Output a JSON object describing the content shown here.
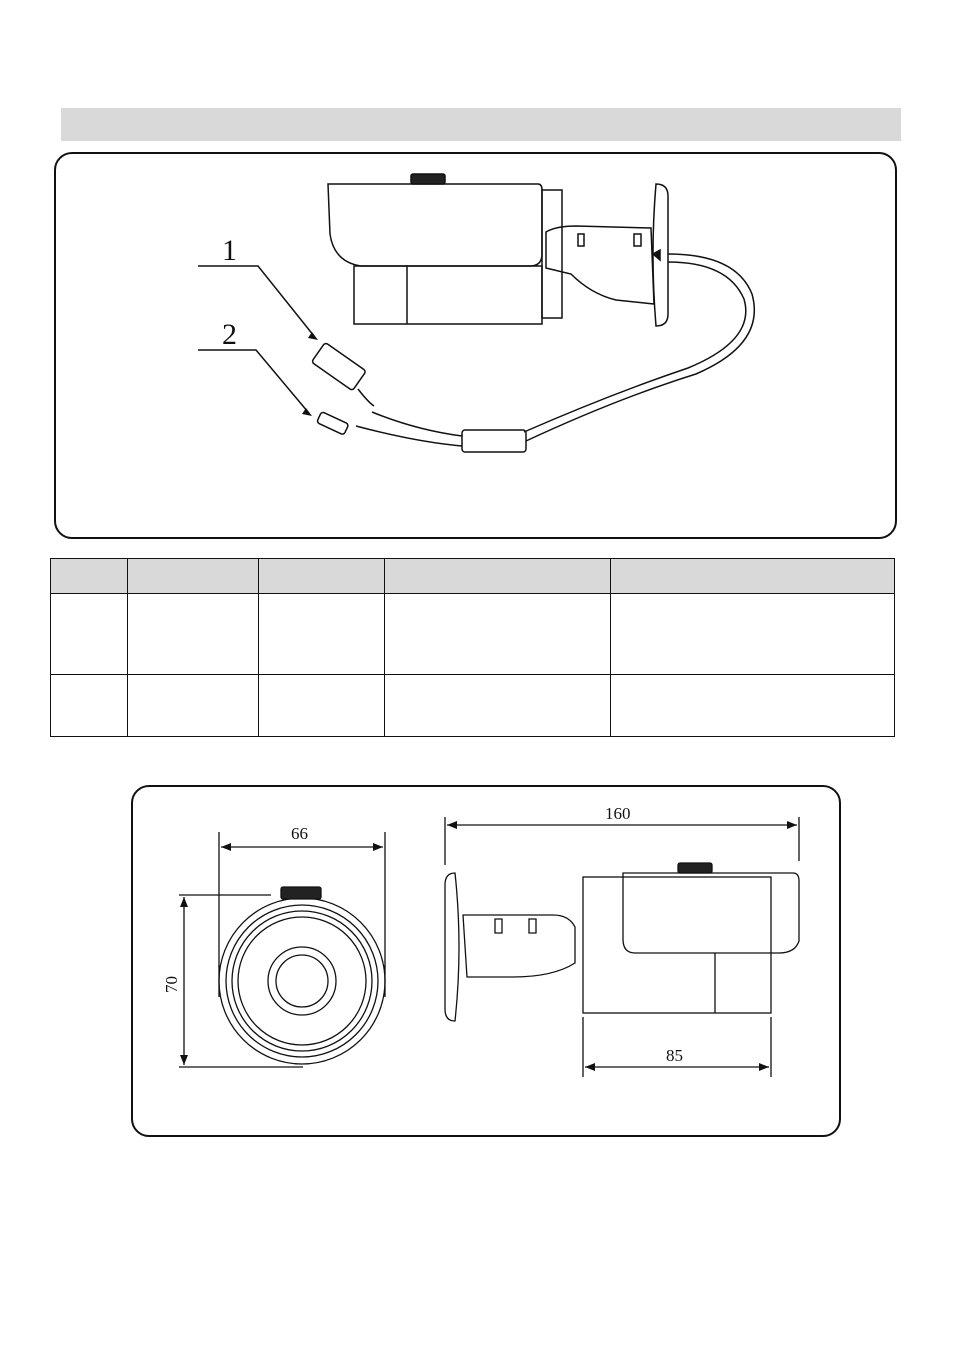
{
  "section_header": {
    "title": ""
  },
  "cable_diagram": {
    "callouts": [
      {
        "number": "1"
      },
      {
        "number": "2"
      }
    ]
  },
  "port_table": {
    "columns": [
      "",
      "",
      "",
      "",
      ""
    ],
    "rows": [
      [
        "",
        "",
        "",
        "",
        ""
      ],
      [
        "",
        "",
        "",
        "",
        ""
      ]
    ]
  },
  "dimension_drawing": {
    "front_width": "66",
    "front_height": "70",
    "side_length": "160",
    "side_body": "85"
  }
}
